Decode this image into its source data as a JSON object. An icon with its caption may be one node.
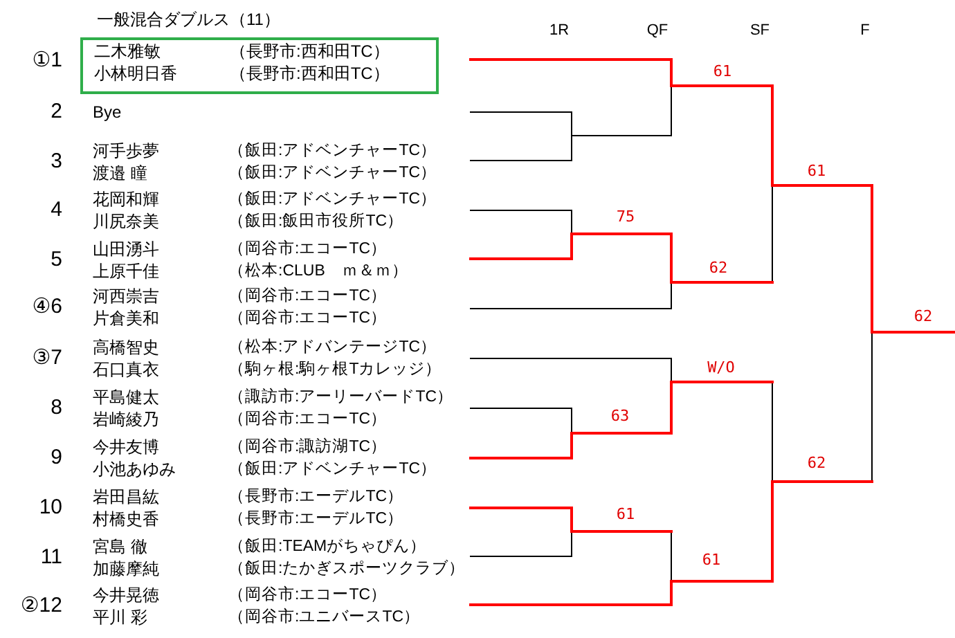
{
  "diagram": {
    "title": "一般混合ダブルス（11）",
    "nodes": [
      {
        "text": [
          "二木雅敏",
          "（長野市:西和田TC）",
          "小林明日香",
          "（長野市:西和田TC）"
        ]
      }
    ],
    "edges": [],
    "labels": [
      "1R",
      "QF",
      "SF",
      "F",
      "①1",
      "2",
      "Bye",
      "3",
      "河手歩夢",
      "（飯田:アドベンチャーTC）",
      "渡邉 瞳",
      "（飯田:アドベンチャーTC）",
      "4",
      "花岡和輝",
      "（飯田:アドベンチャーTC）",
      "川尻奈美",
      "（飯田:飯田市役所TC）",
      "5",
      "山田湧斗",
      "（岡谷市:エコーTC）",
      "上原千佳",
      "（松本:CLUB　ｍ＆ｍ）",
      "④6",
      "河西崇吉",
      "（岡谷市:エコーTC）",
      "片倉美和",
      "（岡谷市:エコーTC）",
      "③7",
      "高橋智史",
      "（松本:アドバンテージTC）",
      "石口真衣",
      "（駒ヶ根:駒ヶ根Tカレッジ）",
      "8",
      "平島健太",
      "（諏訪市:アーリーバードTC）",
      "岩崎綾乃",
      "（岡谷市:エコーTC）",
      "9",
      "今井友博",
      "（岡谷市:諏訪湖TC）",
      "小池あゆみ",
      "（飯田:アドベンチャーTC）",
      "10",
      "岩田昌紘",
      "（長野市:エーデルTC）",
      "村橋史香",
      "（長野市:エーデルTC）",
      "11",
      "宮島 徹",
      "（飯田:TEAMがちゃぴん）",
      "加藤摩純",
      "（飯田:たかぎスポーツクラブ）",
      "②12",
      "今井晃徳",
      "（岡谷市:エコーTC）",
      "平川 彩",
      "（岡谷市:ユニバースTC）",
      "61",
      "61",
      "75",
      "62",
      "62",
      "W/O",
      "63",
      "62",
      "61",
      "61"
    ]
  }
}
